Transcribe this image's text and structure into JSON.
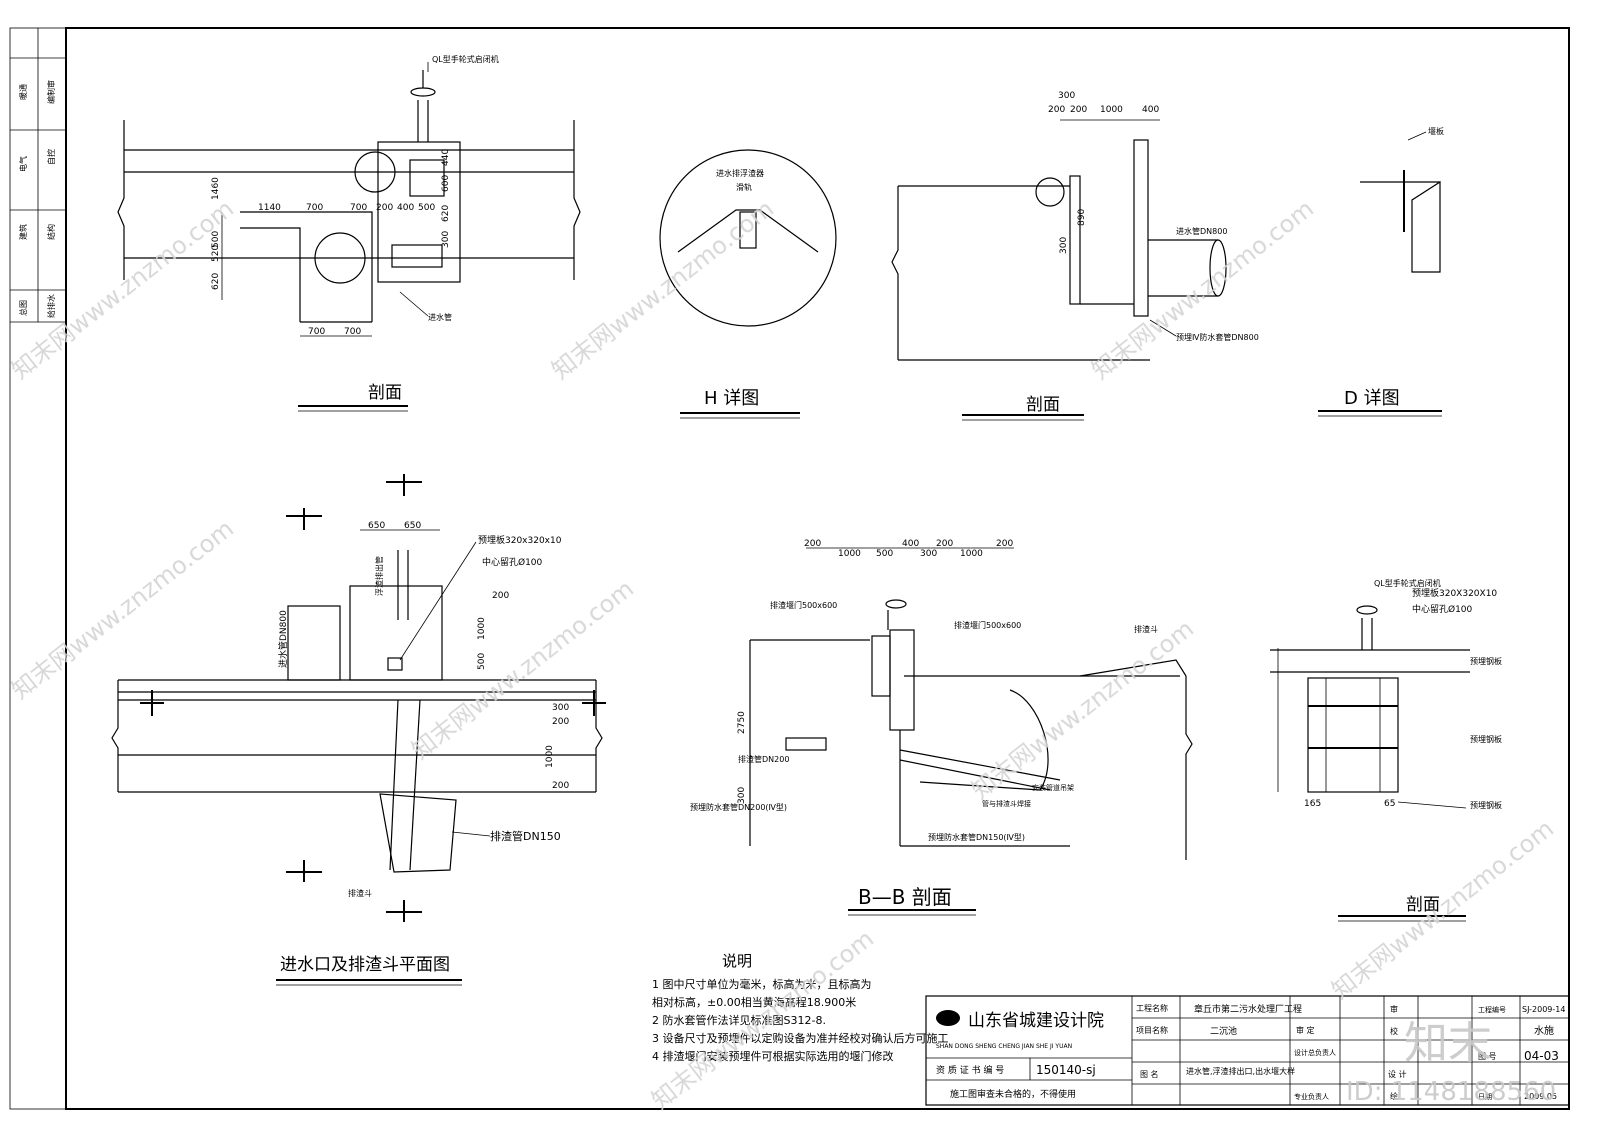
{
  "side_stamp": {
    "cells": [
      "暖通",
      "编制审",
      "电气",
      "自控",
      "建筑",
      "结构",
      "总图",
      "给排水"
    ]
  },
  "views": {
    "section_1": {
      "title": "剖面",
      "labels": [
        "QL型手轮式启闭机",
        "进水管"
      ],
      "dims": [
        "1460",
        "1140",
        "700",
        "700",
        "200",
        "400",
        "500",
        "440",
        "600",
        "620",
        "300",
        "500",
        "520",
        "620",
        "700",
        "700"
      ]
    },
    "detail_h": {
      "title": "H 详图",
      "labels": [
        "进水排浮渣器",
        "滑轨"
      ]
    },
    "section_2": {
      "title": "剖面",
      "labels": [
        "进水管DN800",
        "预埋Ⅳ防水套管DN800"
      ],
      "dims": [
        "300",
        "200",
        "200",
        "1000",
        "400",
        "890",
        "300"
      ]
    },
    "detail_d": {
      "title": "D 详图",
      "labels": [
        "堰板"
      ]
    },
    "plan": {
      "title": "进水口及排渣斗平面图",
      "labels": [
        "预埋板320x320x10",
        "中心留孔Ø100",
        "进水管DN800",
        "浮渣排出管",
        "排渣管DN150",
        "排渣斗"
      ],
      "dims": [
        "650",
        "650",
        "200",
        "1000",
        "500",
        "300",
        "200",
        "1000",
        "200"
      ]
    },
    "section_bb": {
      "title": "B—B 剖面",
      "labels": [
        "排渣堰门500x600",
        "排渣堰门500x600",
        "排渣斗",
        "排渣管DN200",
        "预埋防水套管DN200(Ⅳ型)",
        "预埋防水套管DN150(Ⅳ型)",
        "管与排渣斗焊接",
        "安装管道吊架"
      ],
      "dims": [
        "200",
        "1000",
        "500",
        "400",
        "300",
        "200",
        "1000",
        "200",
        "2750",
        "300"
      ]
    },
    "section_3": {
      "title": "剖面",
      "labels": [
        "QL型手轮式启闭机",
        "预埋板320X320X10",
        "中心留孔Ø100",
        "预埋钢板",
        "预埋钢板",
        "预埋钢板"
      ],
      "dims": [
        "165",
        "65"
      ]
    }
  },
  "notes": {
    "title": "说明",
    "items": [
      "1  图中尺寸单位为毫米，标高为米，且标高为",
      "   相对标高，±0.00相当黄海高程18.900米",
      "2  防水套管作法详见标准图S312-8.",
      "3  设备尺寸及预埋件以定购设备为准并经校对确认后方可施工",
      "4  排渣堰门安装预埋件可根据实际选用的堰门修改"
    ]
  },
  "title_block": {
    "org_name": "山东省城建设计院",
    "org_pinyin": "SHAN DONG SHENG CHENG JIAN SHE JI YUAN",
    "cert_label": "资 质 证 书 编 号",
    "cert_no": "150140-sj",
    "warning": "施工图审查未合格的，不得使用",
    "project_label": "工程名称",
    "project_name": "章丘市第二污水处理厂工程",
    "item_label": "项目名称",
    "item_name": "二沉池",
    "drawing_label": "图  名",
    "drawing_name": "进水管,浮渣排出口,出水堰大样",
    "approve": "审  定",
    "design_lead": "设计总负责人",
    "discipline_lead": "专业负责人",
    "review": "审",
    "check": "校",
    "design": "设  计",
    "draw": "绘",
    "code_label": "工程编号",
    "code": "SJ-2009-14",
    "category": "水施",
    "sheet_label": "图 号",
    "sheet_no": "04-03",
    "date_label": "日期",
    "date": "2009.05"
  },
  "watermark": {
    "text": "知末网www.znzmo.com",
    "logo": "知末",
    "id_text": "ID: 1148188560"
  }
}
